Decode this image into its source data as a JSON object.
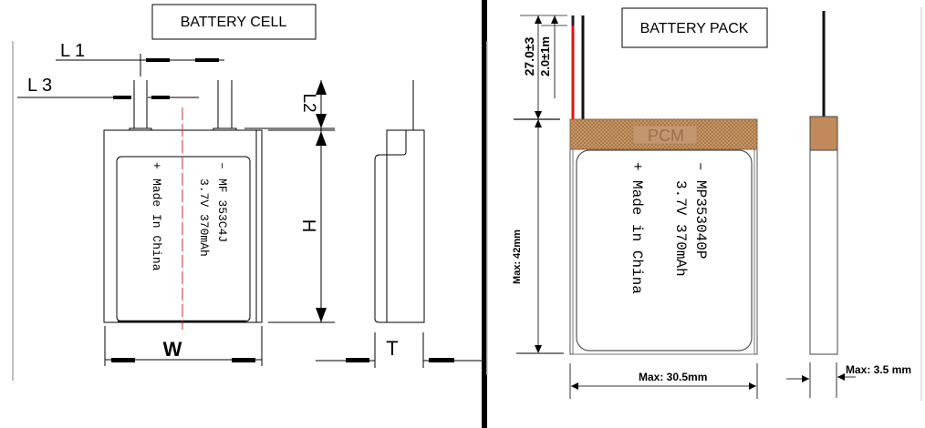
{
  "cell": {
    "title": "BATTERY CELL",
    "dimensions": {
      "l1": "L 1",
      "l3": "L 3",
      "l2": "L2",
      "h": "H",
      "w": "W",
      "t": "T"
    },
    "label": {
      "minus": "–",
      "model": "MF 353C4J",
      "rating": "3.7V 370mAh",
      "plus": "+",
      "origin": "Made In China"
    }
  },
  "pack": {
    "title": "BATTERY PACK",
    "pcm_label": "PCM",
    "dimensions": {
      "lead_length": "27.0±3",
      "strip_length": "2.0±1m",
      "max_height": "Max: 42mm",
      "max_width": "Max: 30.5mm",
      "max_thickness": "Max: 3.5 mm"
    },
    "label": {
      "minus": "–",
      "model": "MP353040P",
      "rating": "3.7V 370mAh",
      "plus": "+",
      "origin": "Made in China"
    },
    "colors": {
      "pcm_fill": "#c08a5a",
      "pcm_pattern": "#a8774a",
      "wire_positive": "#e01010",
      "wire_negative": "#111111"
    }
  }
}
